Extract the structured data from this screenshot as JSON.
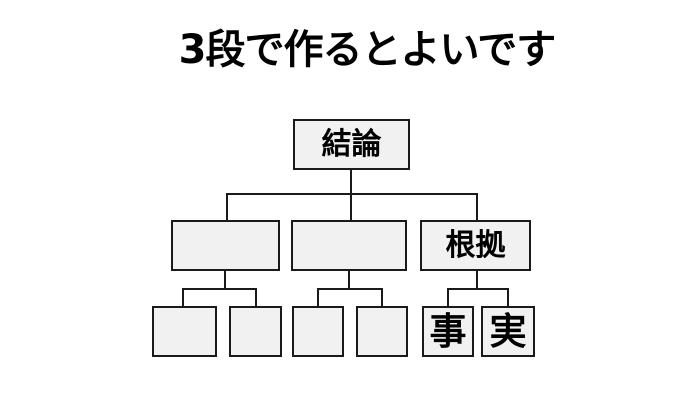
{
  "title": "3段で作るとよいです",
  "colors": {
    "background": "#ffffff",
    "box_fill": "#f1f1f1",
    "box_border": "#1a1a1a",
    "line": "#1a1a1a",
    "text": "#000000"
  },
  "diagram": {
    "type": "tree",
    "tier_count": 3,
    "levels": [
      {
        "name": "level-1",
        "nodes": [
          {
            "id": "conclusion",
            "label": "結論"
          }
        ]
      },
      {
        "name": "level-2",
        "nodes": [
          {
            "id": "empty-l2-1",
            "label": ""
          },
          {
            "id": "empty-l2-2",
            "label": ""
          },
          {
            "id": "grounds",
            "label": "根拠"
          }
        ]
      },
      {
        "name": "level-3",
        "nodes": [
          {
            "id": "empty-l3-1",
            "label": ""
          },
          {
            "id": "empty-l3-2",
            "label": ""
          },
          {
            "id": "empty-l3-3",
            "label": ""
          },
          {
            "id": "empty-l3-4",
            "label": ""
          },
          {
            "id": "fact-1",
            "label": "事"
          },
          {
            "id": "fact-2",
            "label": "実"
          }
        ]
      }
    ]
  }
}
